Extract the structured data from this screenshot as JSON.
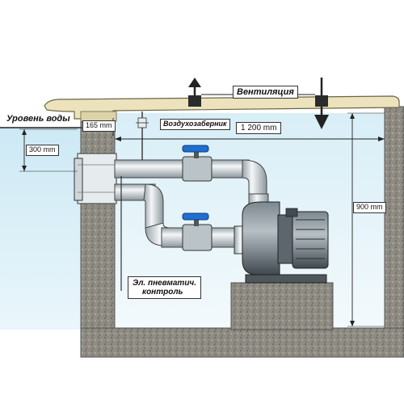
{
  "labels": {
    "water_level": "Уровень воды",
    "ventilation": "Вентиляция",
    "air_intake": "Воздухозаберник",
    "dim_165": "165 mm",
    "dim_1200": "1 200 mm",
    "dim_300": "300 mm",
    "dim_900": "900 mm",
    "control_line1": "Эл. пневматич.",
    "control_line2": "контроль"
  },
  "colors": {
    "water": "#bfe3f2",
    "wall": "#8a8780",
    "deck": "#e9dfb5",
    "pipe": "#cfd8dc",
    "valve_handle": "#1e6fd0",
    "motor": "#5f6b73",
    "base": "#9a978f"
  }
}
